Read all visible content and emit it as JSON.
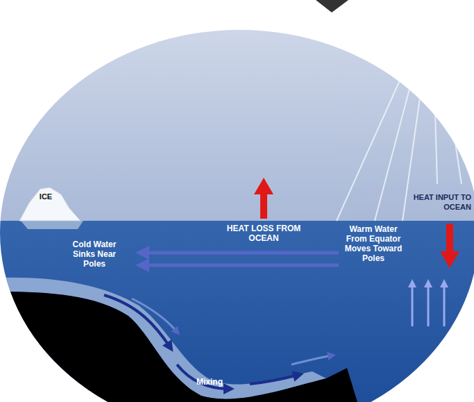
{
  "diagram": {
    "labels": [
      "ICE",
      "HEAT LOSS FROM OCEAN",
      "HEAT INPUT TO OCEAN",
      "Cold Water Sinks Near Poles",
      "Warm Water From Equator Moves Toward Poles",
      "Mixing"
    ]
  }
}
